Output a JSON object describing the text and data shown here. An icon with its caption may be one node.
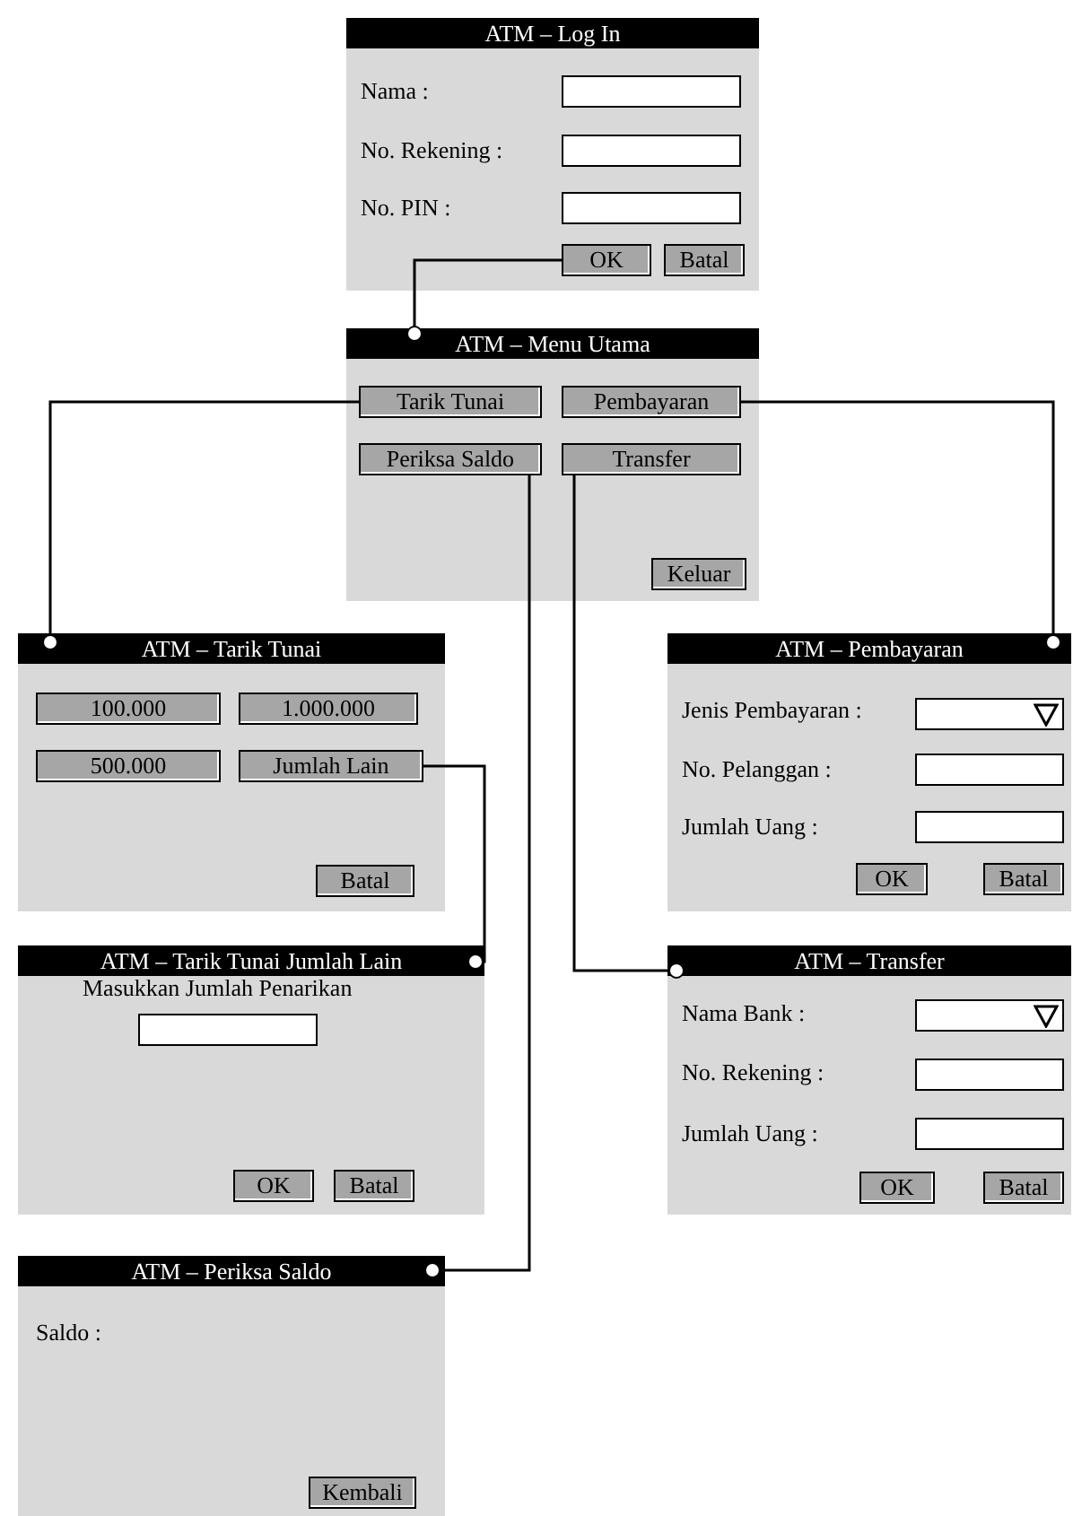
{
  "diagram": {
    "nodes": [
      {
        "text": [
          "ATM – Log In"
        ]
      },
      {
        "text": [
          "OK"
        ],
        "in": 0
      },
      {
        "text": [
          "Batal"
        ],
        "in": 0
      },
      {
        "text": [
          "ATM – Menu Utama"
        ]
      },
      {
        "text": [
          "Tarik Tunai"
        ],
        "in": 3
      },
      {
        "text": [
          "Pembayaran"
        ],
        "in": 3
      },
      {
        "text": [
          "Periksa Saldo"
        ],
        "in": 3
      },
      {
        "text": [
          "Transfer"
        ],
        "in": 3
      },
      {
        "text": [
          "Keluar"
        ],
        "in": 3
      },
      {
        "text": [
          "ATM – Tarik Tunai"
        ]
      },
      {
        "text": [
          "100.000"
        ],
        "in": 9
      },
      {
        "text": [
          "1.000.000"
        ],
        "in": 9
      },
      {
        "text": [
          "500.000"
        ],
        "in": 9
      },
      {
        "text": [
          "Jumlah Lain"
        ],
        "in": 9
      },
      {
        "text": [
          "Batal"
        ],
        "in": 9
      },
      {
        "text": [
          "ATM – Pembayaran"
        ]
      },
      {
        "text": [
          "OK"
        ],
        "in": 15
      },
      {
        "text": [
          "Batal"
        ],
        "in": 15
      },
      {
        "text": [
          "ATM – Tarik Tunai Jumlah Lain"
        ]
      },
      {
        "text": [
          "OK"
        ],
        "in": 18
      },
      {
        "text": [
          "Batal"
        ],
        "in": 18
      },
      {
        "text": [
          "ATM – Transfer"
        ]
      },
      {
        "text": [
          "OK"
        ],
        "in": 21
      },
      {
        "text": [
          "Batal"
        ],
        "in": 21
      },
      {
        "text": [
          "ATM – Periksa Saldo"
        ]
      },
      {
        "text": [
          "Kembali"
        ],
        "in": 24
      }
    ],
    "edges": [
      {
        "from": 1,
        "to": 3,
        "arrow": "other"
      },
      {
        "from": 4,
        "to": 9,
        "arrow": "other"
      },
      {
        "from": 5,
        "to": 15,
        "arrow": "other"
      },
      {
        "from": 6,
        "to": 24,
        "arrow": "other"
      },
      {
        "from": 7,
        "to": 21,
        "arrow": "other"
      },
      {
        "from": 13,
        "to": 18,
        "arrow": "other"
      }
    ],
    "labels": [
      "Nama :",
      "No. Rekening :",
      "No. PIN :",
      "Jenis Pembayaran :",
      "No. Pelanggan :",
      "Jumlah Uang :",
      "Masukkan Jumlah Penarikan",
      "Nama Bank :",
      "No. Rekening :",
      "Jumlah Uang :",
      "Saldo :"
    ]
  }
}
